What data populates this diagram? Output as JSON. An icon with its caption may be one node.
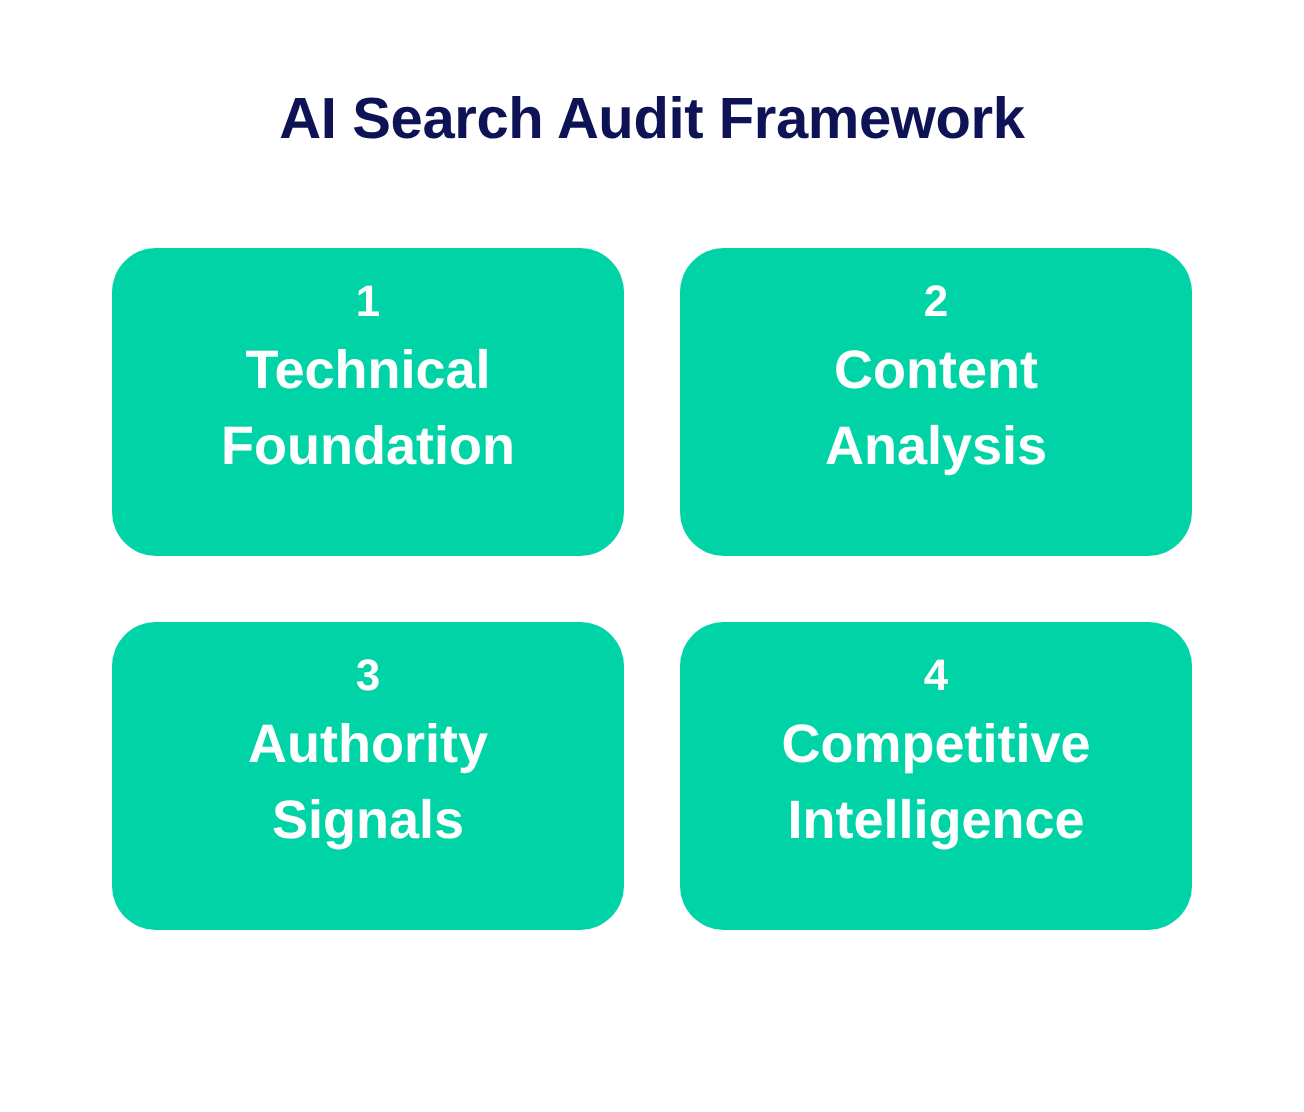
{
  "diagram": {
    "title": "AI Search Audit Framework",
    "nodes": [
      {
        "text": [
          "1",
          "Technical Foundation"
        ]
      },
      {
        "text": [
          "2",
          "Content Analysis"
        ]
      },
      {
        "text": [
          "3",
          "Authority Signals"
        ]
      },
      {
        "text": [
          "4",
          "Competitive Intelligence"
        ]
      }
    ]
  }
}
